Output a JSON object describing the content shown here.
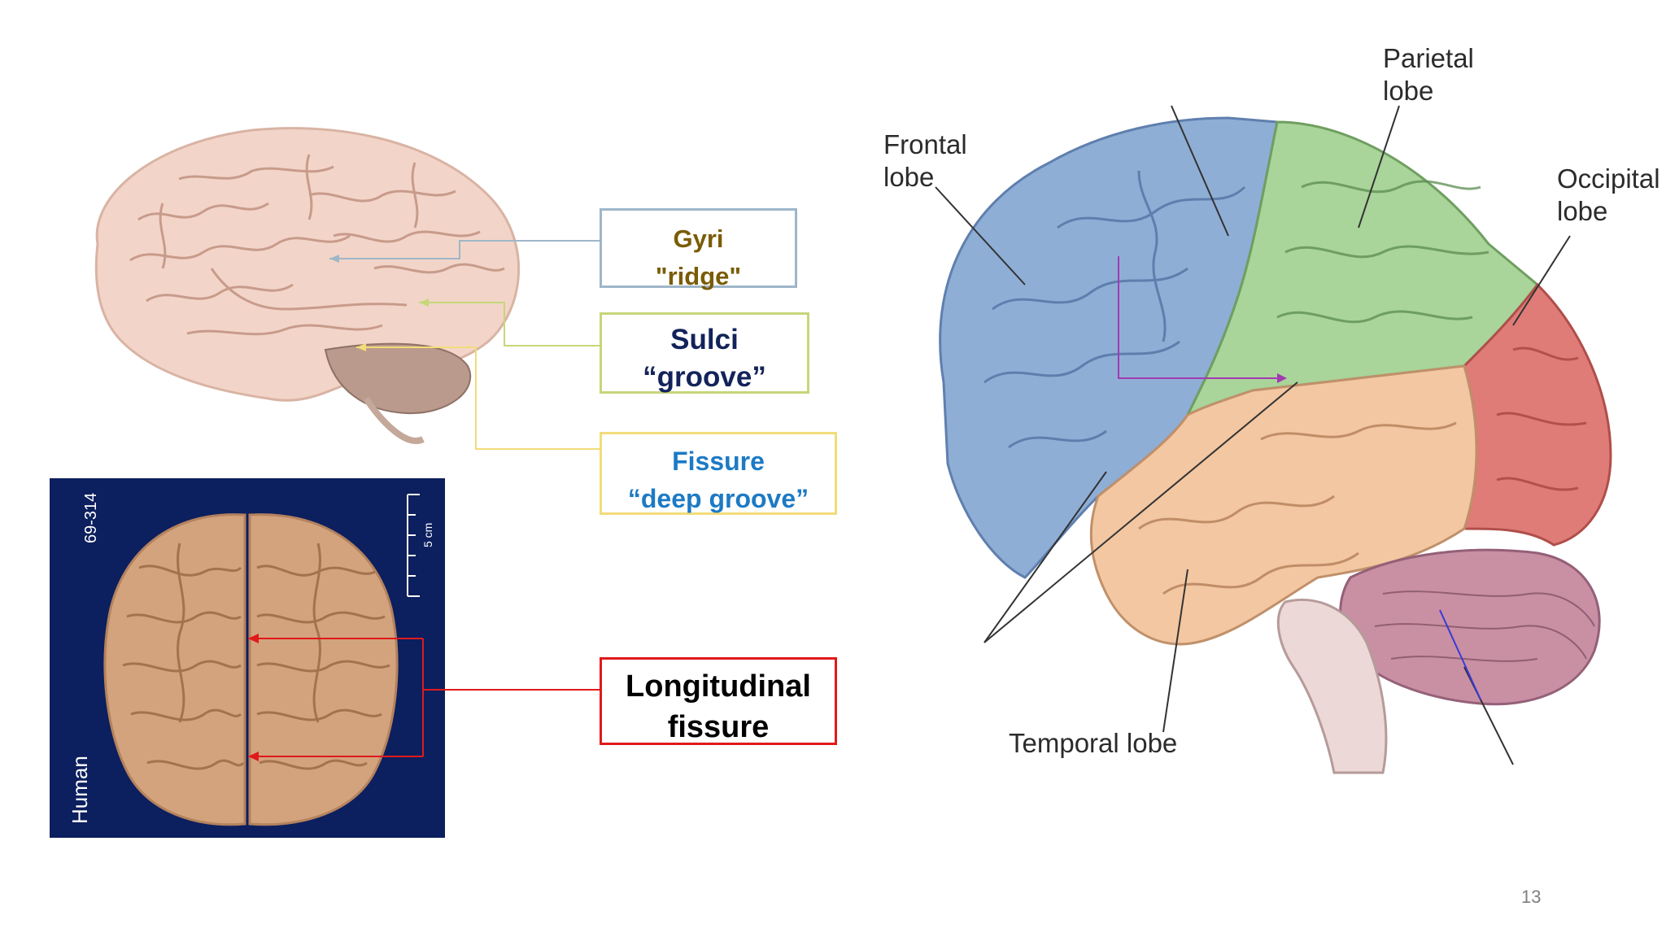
{
  "labels": {
    "gyri": {
      "line1": "Gyri",
      "line2": "\"ridge\"",
      "color": "#7a5c06",
      "border": "#9fb6c9"
    },
    "sulci": {
      "line1": "Sulci",
      "line2": "“groove”",
      "color": "#13235a",
      "border": "#c6d77a"
    },
    "fissure": {
      "line1": "Fissure",
      "line2": "“deep groove”",
      "color": "#1d7ac4",
      "border": "#f2dc7a"
    },
    "longitudinal": {
      "line1": "Longitudinal",
      "line2": "fissure",
      "color": "#000000",
      "border": "#e01a1a"
    }
  },
  "photo_panel": {
    "id_text": "69-314",
    "species": "Human",
    "scale": "5 cm",
    "background": "#0c1f5e"
  },
  "lobes": {
    "frontal": {
      "line1": "Frontal",
      "line2": "lobe",
      "color": "#8faed6"
    },
    "parietal": {
      "line1": "Parietal",
      "line2": "lobe",
      "color": "#a9d49a"
    },
    "occipital": {
      "line1": "Occipital",
      "line2": "lobe",
      "color": "#e07c78"
    },
    "temporal": {
      "line1": "Temporal lobe",
      "color": "#f2c7a2"
    }
  },
  "page_number": "13"
}
